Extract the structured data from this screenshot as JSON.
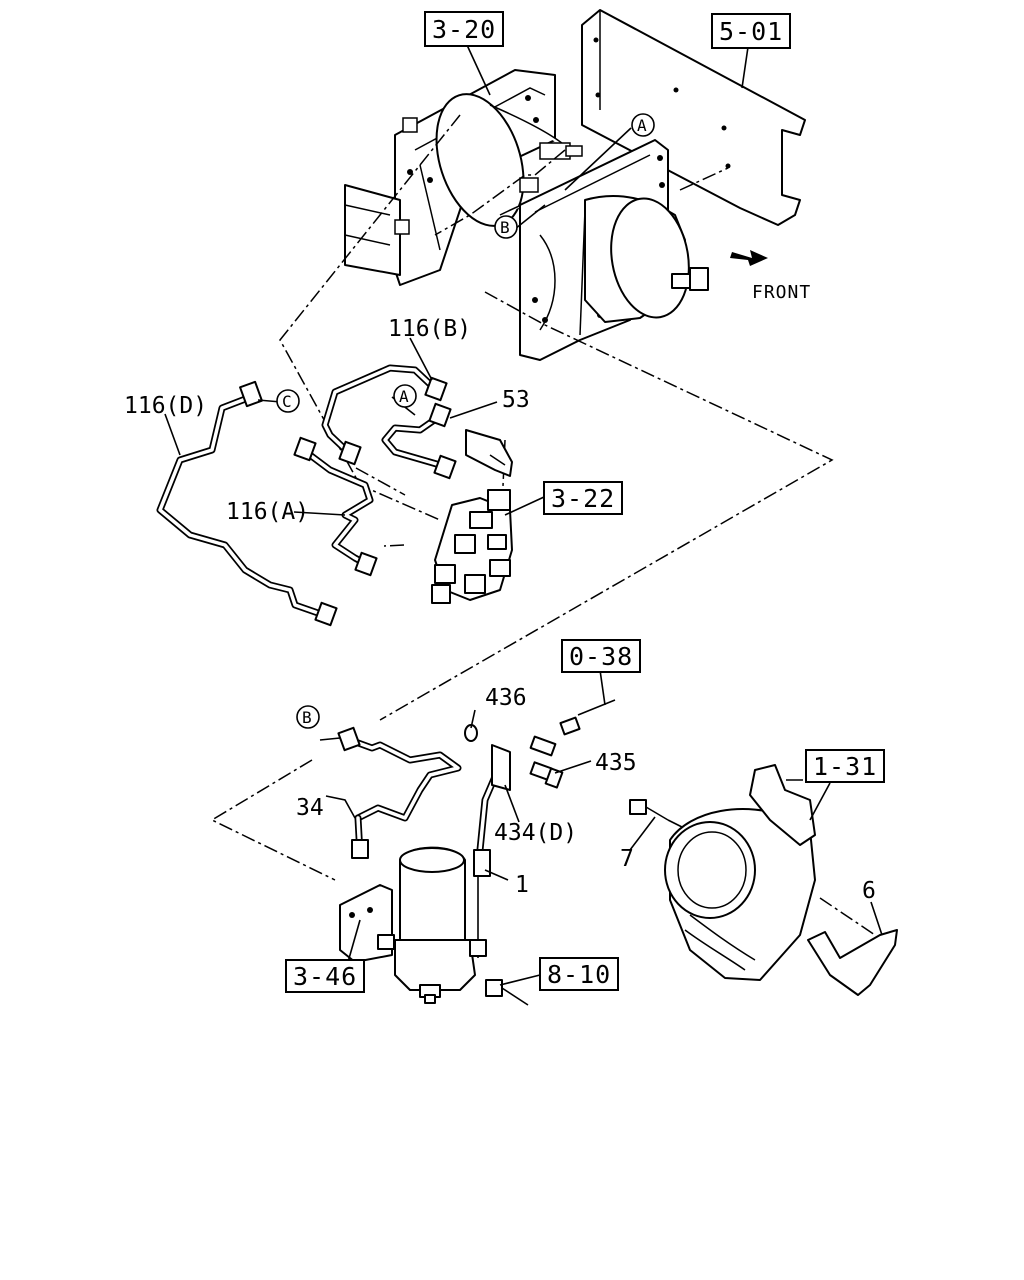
{
  "diagram": {
    "front_label": "FRONT",
    "ref_boxes": {
      "ref_3_20": "3-20",
      "ref_5_01": "5-01",
      "ref_3_22": "3-22",
      "ref_0_38": "0-38",
      "ref_1_31": "1-31",
      "ref_3_46": "3-46",
      "ref_8_10": "8-10"
    },
    "circle_markers": {
      "marker_a_top": "A",
      "marker_b_top": "B",
      "marker_c": "C",
      "marker_a_mid": "A",
      "marker_b_bottom": "B"
    },
    "part_labels": {
      "pipe_116_b": "116(B)",
      "pipe_116_d": "116(D)",
      "pipe_116_a": "116(A)",
      "part_53": "53",
      "part_436": "436",
      "part_435": "435",
      "part_434_d": "434(D)",
      "part_34": "34",
      "part_1": "1",
      "part_7": "7",
      "part_6": "6"
    }
  }
}
